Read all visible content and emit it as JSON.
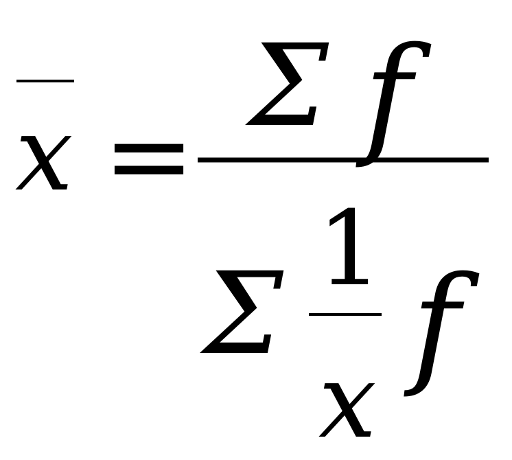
{
  "formula": {
    "lhs": {
      "variable": "x",
      "bar": "overline"
    },
    "equals": "=",
    "numerator": {
      "sum_symbol": "Σ",
      "term": "f"
    },
    "denominator": {
      "sum_symbol": "Σ",
      "inner_fraction": {
        "numerator": "1",
        "denominator": "x"
      },
      "term": "f"
    }
  }
}
